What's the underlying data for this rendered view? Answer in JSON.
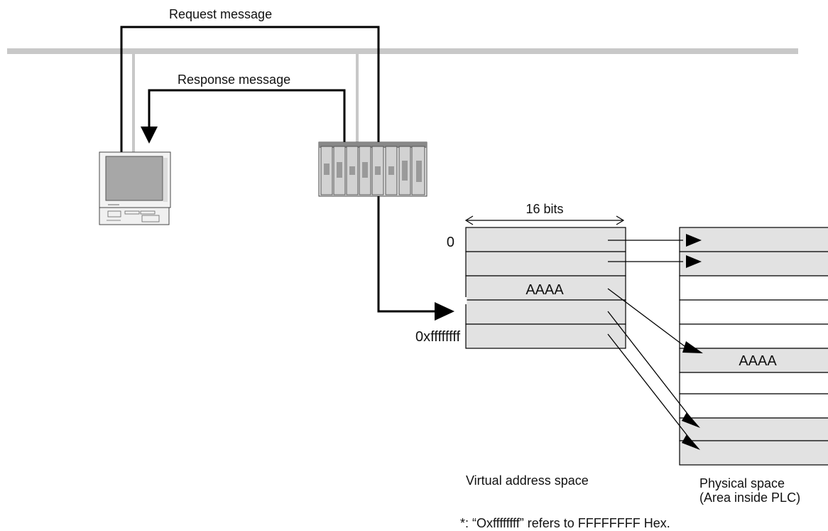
{
  "labels": {
    "request": "Request message",
    "response": "Response message",
    "width": "16 bits",
    "addr_start": "0",
    "addr_end": "0xffffffff",
    "virtual_word": "AAAA",
    "physical_word": "AAAA",
    "virtual_caption": "Virtual address space",
    "physical_caption_line1": "Physical space",
    "physical_caption_line2": "(Area inside PLC)",
    "footnote": "*: “Oxffffffff” refers to FFFFFFFF Hex."
  },
  "icons": {
    "computer": "desktop-computer-icon",
    "plc": "plc-rack-icon"
  },
  "colors": {
    "network_line": "#c8c8c8",
    "cell_fill": "#e2e2e2",
    "line": "#000000"
  }
}
